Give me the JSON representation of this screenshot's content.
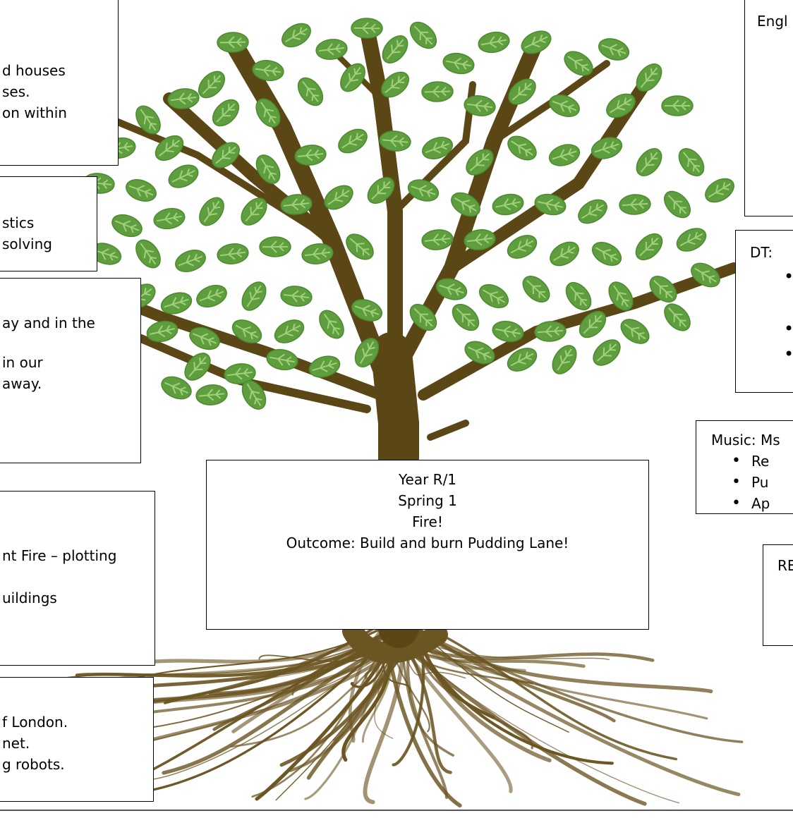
{
  "boxes": {
    "top_left": {
      "lines": [
        "d houses",
        "ses.",
        "on within"
      ]
    },
    "mid_left": {
      "lines": [
        "stics",
        "solving"
      ]
    },
    "left_three": {
      "lines": [
        "ay and in the",
        "",
        "in our",
        "away."
      ]
    },
    "left_four": {
      "lines": [
        "nt Fire – plotting",
        "",
        "uildings"
      ]
    },
    "left_five": {
      "lines": [
        "f London.",
        "net.",
        "g robots."
      ]
    },
    "center": {
      "year": "Year R/1",
      "term": "Spring 1",
      "topic": "Fire!",
      "outcome": "Outcome: Build and burn Pudding Lane!"
    },
    "english": {
      "title": "Engl"
    },
    "dt": {
      "title": "DT:"
    },
    "music": {
      "title": "Music: Ms",
      "items": [
        "Re",
        "Pu",
        "Ap"
      ]
    },
    "re": {
      "title": "RE"
    }
  },
  "colors": {
    "leaf": "#5f9e3f",
    "leaf_light": "#9fd17a",
    "trunk": "#5b4716",
    "root": "#6b5522"
  }
}
